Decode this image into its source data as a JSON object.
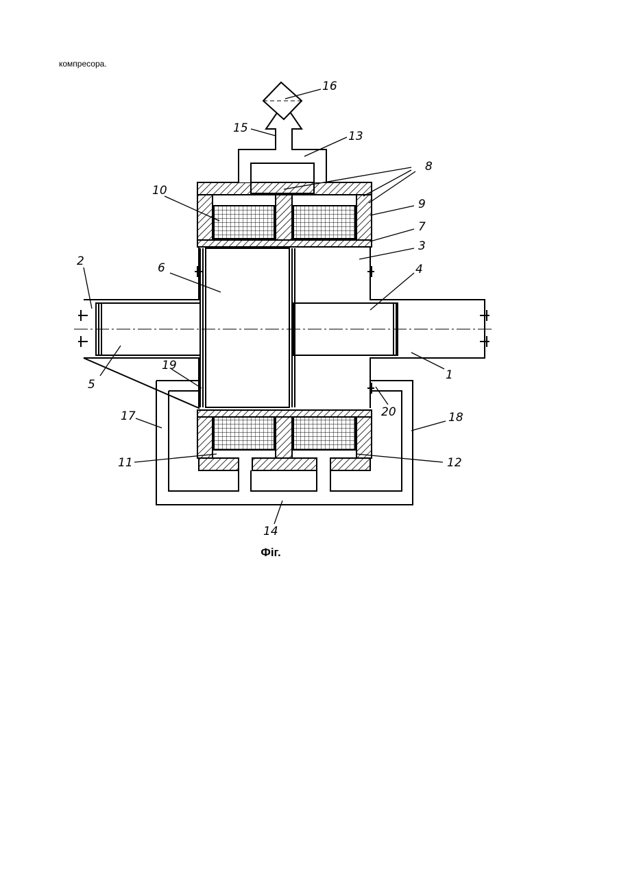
{
  "document": {
    "top_text": "компресора.",
    "figure_caption": "Фіг.",
    "labels": {
      "l1": "1",
      "l2": "2",
      "l3": "3",
      "l4": "4",
      "l5": "5",
      "l6": "6",
      "l7": "7",
      "l8": "8",
      "l9": "9",
      "l10": "10",
      "l11": "11",
      "l12": "12",
      "l13": "13",
      "l14": "14",
      "l15": "15",
      "l16": "16",
      "l17": "17",
      "l18": "18",
      "l19": "19",
      "l20": "20"
    }
  }
}
